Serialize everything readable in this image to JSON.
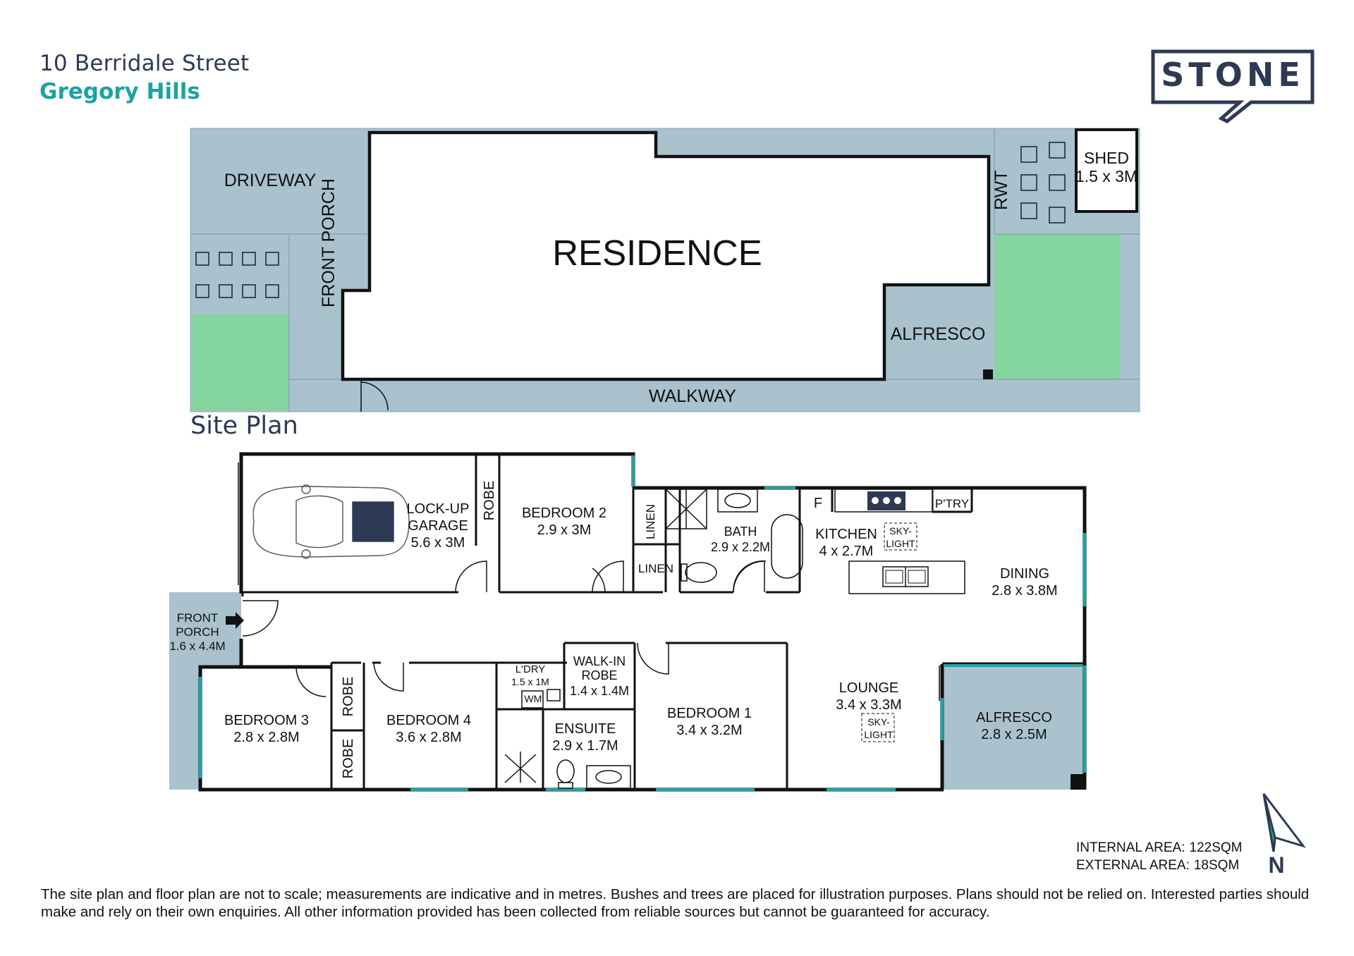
{
  "header": {
    "street": "10 Berridale Street",
    "suburb": "Gregory Hills"
  },
  "logo": {
    "text": "STONE"
  },
  "colors": {
    "navy": "#2d3a54",
    "teal": "#1ea3a3",
    "paving": "#a9c2cd",
    "lawn": "#84d49d",
    "wall": "#111111"
  },
  "site_plan": {
    "title": "Site Plan",
    "driveway": "DRIVEWAY",
    "residence": "RESIDENCE",
    "front_porch": "FRONT PORCH",
    "rwt": "RWT",
    "shed": "SHED",
    "shed_size": "1.5 x 3M",
    "alfresco": "ALFRESCO",
    "walkway": "WALKWAY"
  },
  "floor_plan": {
    "garage": [
      "LOCK-UP",
      "GARAGE",
      "5.6 x 3M"
    ],
    "robe": "ROBE",
    "bedroom2": [
      "BEDROOM 2",
      "2.9 x 3M"
    ],
    "linen": "LINEN",
    "bath": [
      "BATH",
      "2.9 x 2.2M"
    ],
    "fridge": "F",
    "kitchen": [
      "KITCHEN",
      "4 x 2.7M"
    ],
    "skylight": [
      "SKY-",
      "LIGHT"
    ],
    "pantry": "P'TRY",
    "dining": [
      "DINING",
      "2.8 x 3.8M"
    ],
    "front_porch": [
      "FRONT",
      "PORCH",
      "1.6 x 4.4M"
    ],
    "bedroom3": [
      "BEDROOM 3",
      "2.8 x 2.8M"
    ],
    "bedroom4": [
      "BEDROOM 4",
      "3.6 x 2.8M"
    ],
    "laundry": [
      "L'DRY",
      "1.5 x 1M"
    ],
    "wm": "WM",
    "walkin": [
      "WALK-IN",
      "ROBE",
      "1.4 x 1.4M"
    ],
    "ensuite": [
      "ENSUITE",
      "2.9 x 1.7M"
    ],
    "bedroom1": [
      "BEDROOM 1",
      "3.4 x 3.2M"
    ],
    "lounge": [
      "LOUNGE",
      "3.4 x 3.3M"
    ],
    "alfresco": [
      "ALFRESCO",
      "2.8 x 2.5M"
    ]
  },
  "areas": {
    "internal_label": "INTERNAL AREA:",
    "internal_value": "122SQM",
    "external_label": "EXTERNAL AREA:",
    "external_value": "18SQM"
  },
  "north": "N",
  "disclaimer": "The site plan and floor plan are not to scale; measurements are indicative and in metres. Bushes and trees are placed for illustration purposes. Plans should not be relied on. Interested parties should make and rely on their own enquiries. All other information provided has been collected from reliable sources but cannot be guaranteed for accuracy."
}
